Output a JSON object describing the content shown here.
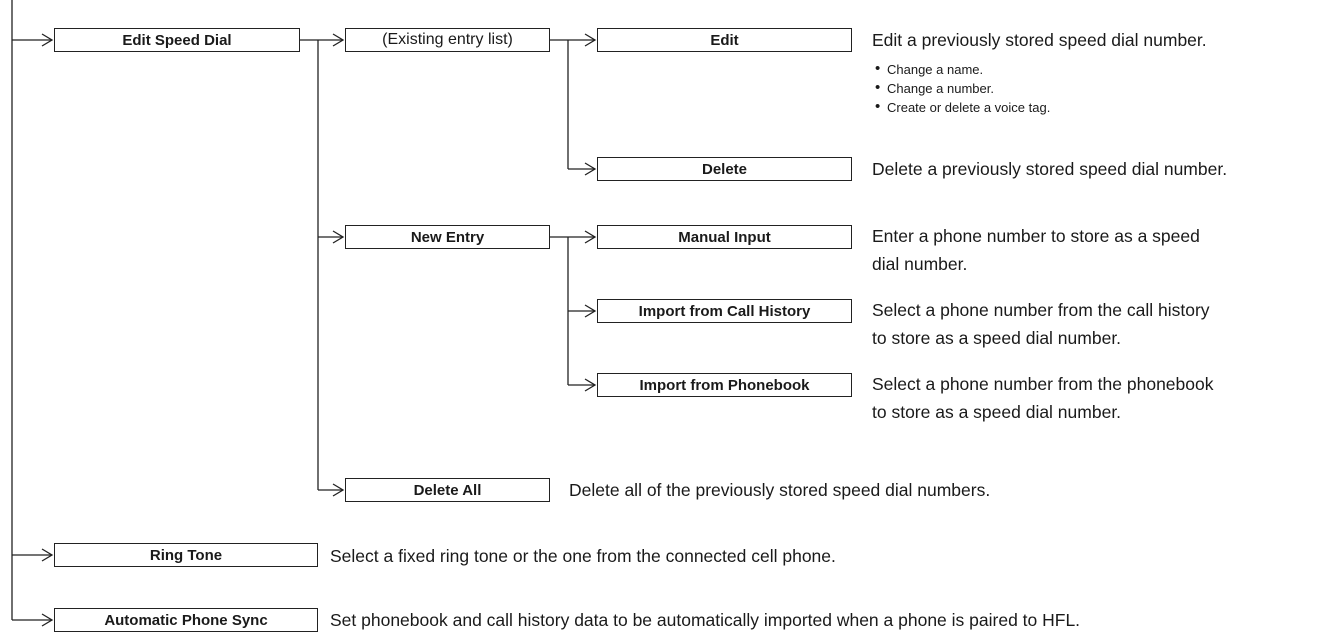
{
  "nodes": {
    "edit_speed_dial": "Edit Speed Dial",
    "existing_entry_list": "(Existing entry list)",
    "edit": "Edit",
    "delete": "Delete",
    "new_entry": "New Entry",
    "manual_input": "Manual Input",
    "import_from_call_history": "Import from Call History",
    "import_from_phonebook": "Import from Phonebook",
    "delete_all": "Delete All",
    "ring_tone": "Ring Tone",
    "automatic_phone_sync": "Automatic Phone Sync"
  },
  "descriptions": {
    "edit": "Edit a previously stored speed dial number.",
    "edit_bullets": [
      "Change a name.",
      "Change a number.",
      "Create or delete a voice tag."
    ],
    "delete": "Delete a previously stored speed dial number.",
    "manual_input": [
      "Enter a phone number to store as a speed",
      "dial number."
    ],
    "import_from_call_history": [
      "Select a phone number from the call history",
      "to store as a speed dial number."
    ],
    "import_from_phonebook": [
      "Select a phone number from the phonebook",
      "to store as a speed dial number."
    ],
    "delete_all": "Delete all of the previously stored speed dial numbers.",
    "ring_tone": "Select a fixed ring tone or the one from the connected cell phone.",
    "automatic_phone_sync": "Set phonebook and call history data to be automatically imported when a phone is paired to HFL."
  },
  "colors": {
    "line": "#222222",
    "text": "#1a1a1a"
  }
}
